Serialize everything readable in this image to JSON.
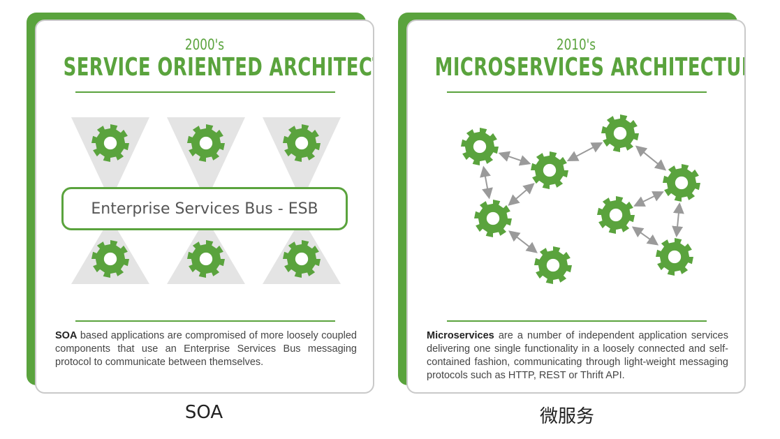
{
  "colors": {
    "accent": "#5aa33d",
    "triangle": "#e4e4e4",
    "arrow": "#9a9a9a",
    "text": "#444444"
  },
  "soa": {
    "era": "2000's",
    "heading": "SERVICE ORIENTED ARCHITECTURE",
    "bus_label": "Enterprise Services Bus - ESB",
    "desc_lead": "SOA",
    "desc_text": " based applications are compromised of more loosely coupled components that use an Enterprise Services Bus messaging protocol to communicate between themselves.",
    "caption": "SOA",
    "icons": [
      "gear-icon",
      "gear-icon",
      "gear-icon",
      "gear-icon",
      "gear-icon",
      "gear-icon"
    ]
  },
  "micro": {
    "era": "2010's",
    "heading": "MICROSERVICES ARCHITECTURE",
    "desc_lead": "Microservices",
    "desc_text": " are a number of independent application services delivering one single functionality in a loosely connected and self-contained fashion, communicating through light-weight messaging protocols such as HTTP, REST or Thrift API.",
    "caption": "微服务",
    "icons": [
      "gear-icon",
      "gear-icon",
      "gear-icon",
      "gear-icon",
      "gear-icon",
      "gear-icon",
      "gear-icon",
      "gear-icon"
    ]
  }
}
